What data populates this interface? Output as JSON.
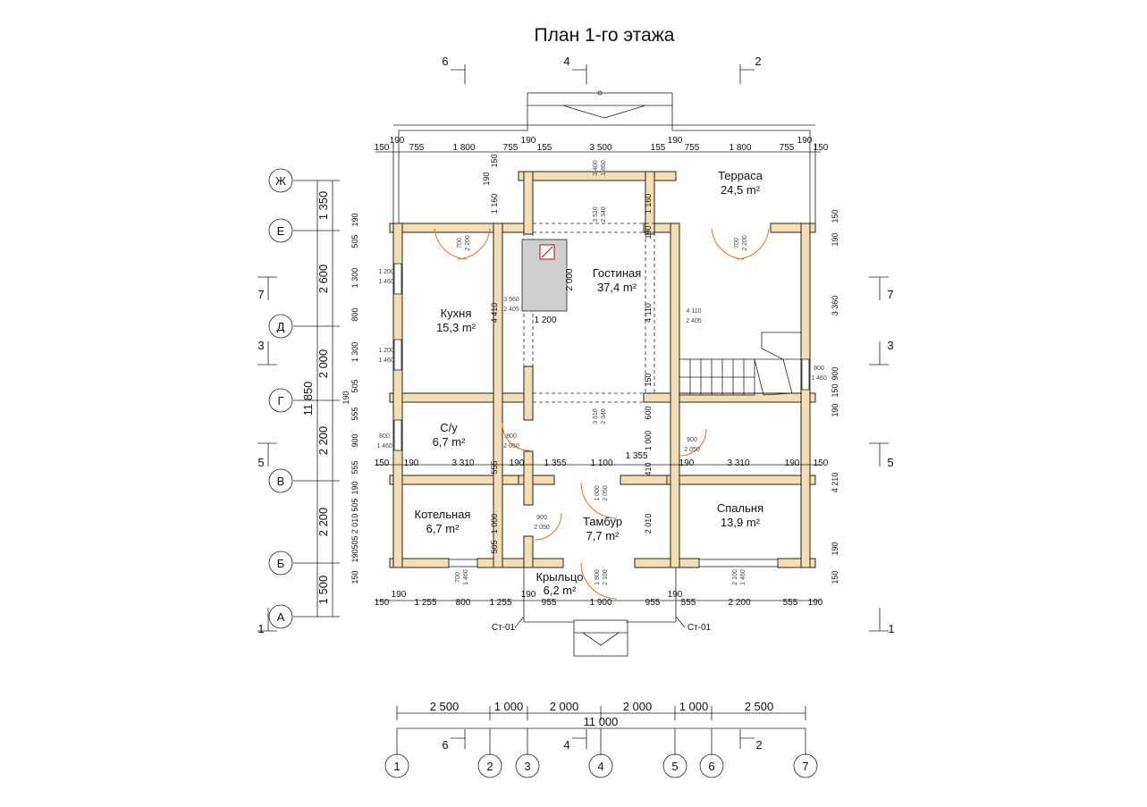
{
  "title": "План 1-го этажа",
  "rooms": [
    {
      "name": "Терраса",
      "area": "24,5 m²"
    },
    {
      "name": "Гостиная",
      "area": "37,4 m²"
    },
    {
      "name": "Кухня",
      "area": "15,3 m²"
    },
    {
      "name": "С/у",
      "area": "6,7 m²"
    },
    {
      "name": "Котельная",
      "area": "6,7 m²"
    },
    {
      "name": "Тамбур",
      "area": "7,7 m²"
    },
    {
      "name": "Спальня",
      "area": "13,9 m²"
    },
    {
      "name": "Крыльцо",
      "area": "6,2 m²"
    }
  ],
  "axes_horizontal": [
    "1",
    "2",
    "3",
    "4",
    "5",
    "6",
    "7"
  ],
  "axes_vertical": [
    "Ж",
    "Е",
    "Д",
    "Г",
    "В",
    "Б",
    "А"
  ],
  "section_marks": [
    "6",
    "4",
    "2",
    "7",
    "3",
    "5",
    "1"
  ],
  "bottom_dims": [
    "2 500",
    "1 000",
    "2 000",
    "2 000",
    "1 000",
    "2 500"
  ],
  "overall_width": "11 000",
  "overall_height": "11 850",
  "left_dims": [
    "1 350",
    "2 600",
    "2 000",
    "2 200",
    "2 200",
    "1 500"
  ],
  "top_dims": [
    "150",
    "190",
    "755",
    "1 800",
    "755",
    "190",
    "155",
    "3 500",
    "155",
    "190",
    "755",
    "1 800",
    "755",
    "190",
    "150"
  ],
  "row_b_dims": [
    "150",
    "190",
    "3 310",
    "190",
    "1 355",
    "1 100",
    "1 355",
    "190",
    "3 310",
    "190",
    "150"
  ],
  "bottom_row_dims": [
    "150",
    "190",
    "1 255",
    "800",
    "1 255",
    "190",
    "955",
    "1 900",
    "955",
    "190",
    "555",
    "2 200",
    "555",
    "190"
  ],
  "column_labels": [
    "Ст-01",
    "Ст-01"
  ],
  "openings": [
    "1 200",
    "1 460",
    "1 200",
    "1 460",
    "800",
    "1 460",
    "700",
    "2 200",
    "700",
    "2 200",
    "3 560",
    "2 405",
    "4 110",
    "2 405",
    "800",
    "2 050",
    "900",
    "2 050",
    "900",
    "2 050",
    "1 000",
    "2 050",
    "1 800",
    "2 100",
    "2 100",
    "1 460",
    "700",
    "1 460",
    "800",
    "1 460",
    "3 510",
    "2 340",
    "3 400",
    "1 850",
    "2 000",
    "1 200"
  ],
  "inner_vdims_left": [
    "190",
    "1 160",
    "190",
    "505",
    "1 300",
    "800",
    "1 300",
    "505",
    "190",
    "555",
    "900",
    "555",
    "190",
    "505",
    "2 010",
    "505",
    "190",
    "150"
  ],
  "right_vdims": [
    "150",
    "190",
    "3 360",
    "900",
    "150",
    "190",
    "4 210",
    "190",
    "150"
  ],
  "mid_vdims": [
    "150",
    "4 410",
    "1 160",
    "190",
    "150",
    "600",
    "1 000",
    "410",
    "2 010",
    "4 110",
    "1 000",
    "555",
    "505"
  ]
}
